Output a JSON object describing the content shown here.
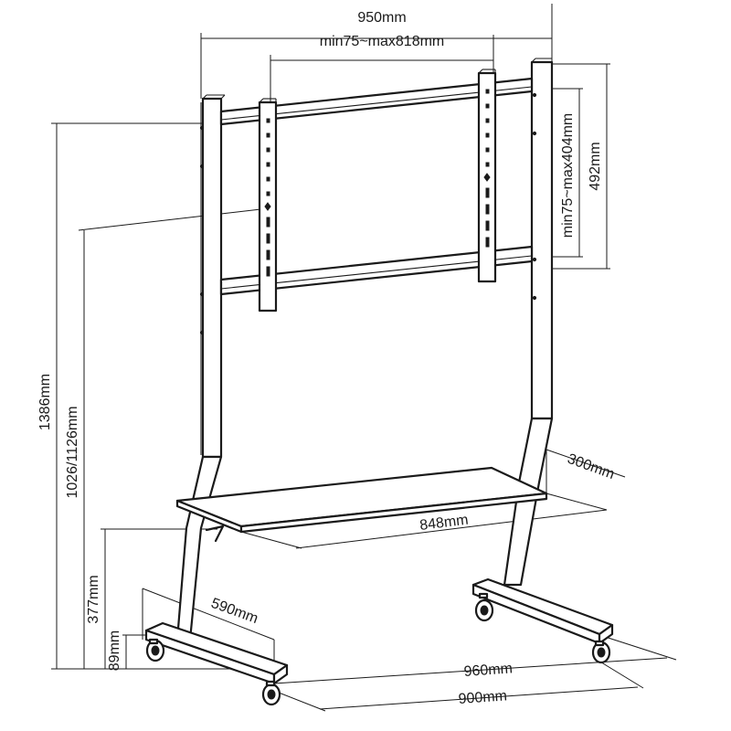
{
  "dimensions": {
    "overall_width": "950mm",
    "vesa_horizontal": "min75~max818mm",
    "vesa_vertical": "min75~max404mm",
    "bracket_height": "492mm",
    "total_height": "1386mm",
    "center_height": "1026/1126mm",
    "shelf_height": "377mm",
    "base_height": "89mm",
    "shelf_depth": "300mm",
    "shelf_width": "848mm",
    "base_depth": "590mm",
    "base_outer_width": "960mm",
    "base_inner_width": "900mm"
  }
}
